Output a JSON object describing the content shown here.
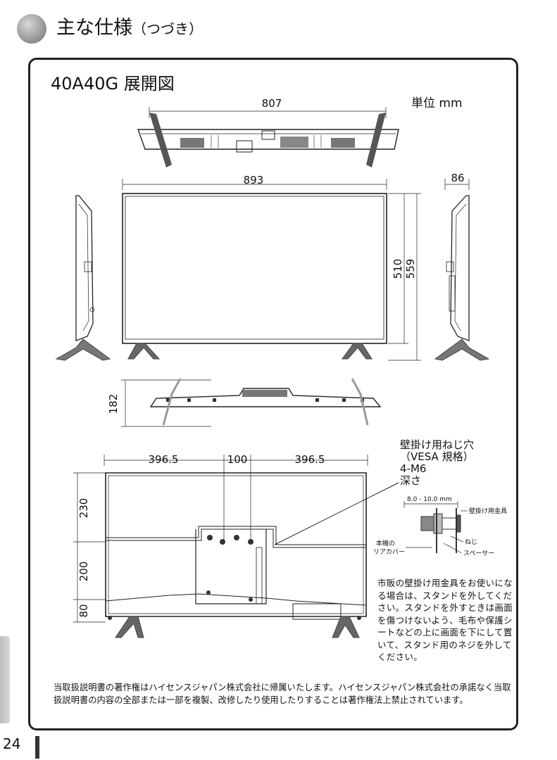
{
  "header": {
    "title": "主な仕様",
    "title_sub": "（つづき）"
  },
  "diagram": {
    "title": "40A40G 展開図",
    "unit": "単位 mm",
    "dims": {
      "top_width": "807",
      "front_width": "893",
      "side_depth": "86",
      "screen_height": "510",
      "total_height": "559",
      "bottom_depth": "182",
      "back_left": "396.5",
      "back_center": "100",
      "back_right": "396.5",
      "back_h1": "230",
      "back_h2": "200",
      "back_h3": "80"
    },
    "vesa_label": [
      "壁掛け用ねじ穴",
      "（VESA 規格）",
      "4-M6",
      "深さ"
    ],
    "mount_detail": {
      "depth_range": "8.0 - 10.0 mm",
      "bracket": "壁掛け用金具",
      "rear_cover_1": "本機の",
      "rear_cover_2": "リアカバー",
      "screw": "ねじ",
      "spacer": "スペーサー"
    },
    "note": "市販の壁掛け用金具をお使いになる場合は、スタンドを外してください。スタンドを外すときは画面を傷つけないよう、毛布や保護シートなどの上に画面を下にして置いて、スタンド用のネジを外してください。"
  },
  "copyright": "当取扱説明書の著作権はハイセンスジャパン株式会社に帰属いたします。ハイセンスジャパン株式会社の承諾なく当取扱説明書の内容の全部または一部を複製、改修したり使用したりすることは著作権法上禁止されています。",
  "page_number": "24"
}
